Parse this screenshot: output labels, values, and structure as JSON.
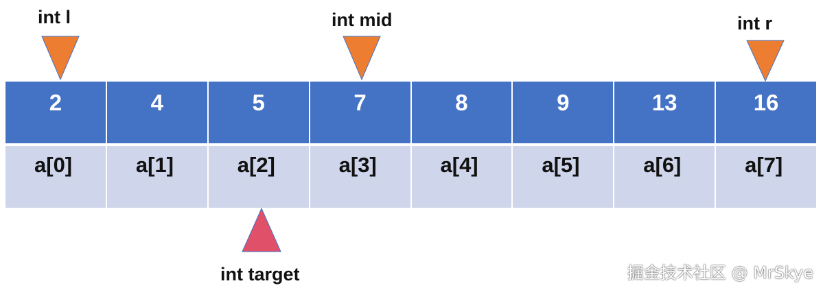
{
  "pointers": {
    "l_label": "int l",
    "mid_label": "int mid",
    "r_label": "int r",
    "target_label": "int target"
  },
  "array": {
    "values": [
      "2",
      "4",
      "5",
      "7",
      "8",
      "9",
      "13",
      "16"
    ],
    "indices": [
      "a[0]",
      "a[1]",
      "a[2]",
      "a[3]",
      "a[4]",
      "a[5]",
      "a[6]",
      "a[7]"
    ]
  },
  "colors": {
    "value_cell": "#4472c4",
    "index_cell": "#cfd5ea",
    "pointer_triangle": "#ed7d31",
    "target_triangle": "#e05068"
  },
  "watermark": "掘金技术社区 @ MrSkye"
}
